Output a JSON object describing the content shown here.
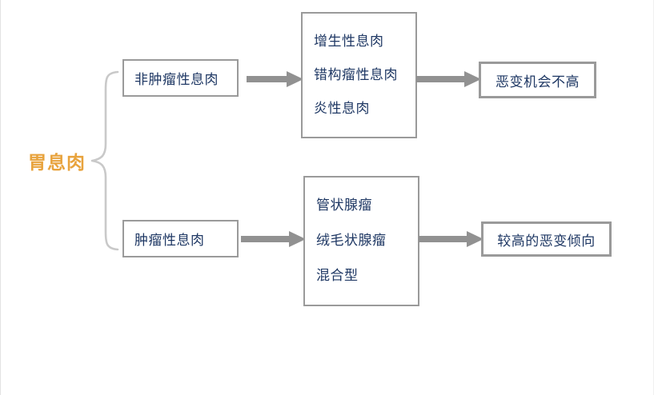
{
  "diagram": {
    "title": "胃息肉",
    "colors": {
      "root_text": "#E8A33D",
      "node_text": "#1F3864",
      "border": "#9A9A9A",
      "arrow": "#919191",
      "brace": "#C9C9C9",
      "background": "#FFFFFF"
    },
    "root": {
      "label": "胃息肉",
      "name": "gastric-polyp"
    },
    "branches": [
      {
        "category": "非肿瘤性息肉",
        "items": [
          "增生性息肉",
          "错构瘤性息肉",
          "炎性息肉"
        ],
        "outcome": "恶变机会不高"
      },
      {
        "category": "肿瘤性息肉",
        "items": [
          "管状腺瘤",
          "绒毛状腺瘤",
          "混合型"
        ],
        "outcome": "较高的恶变倾向"
      }
    ]
  }
}
